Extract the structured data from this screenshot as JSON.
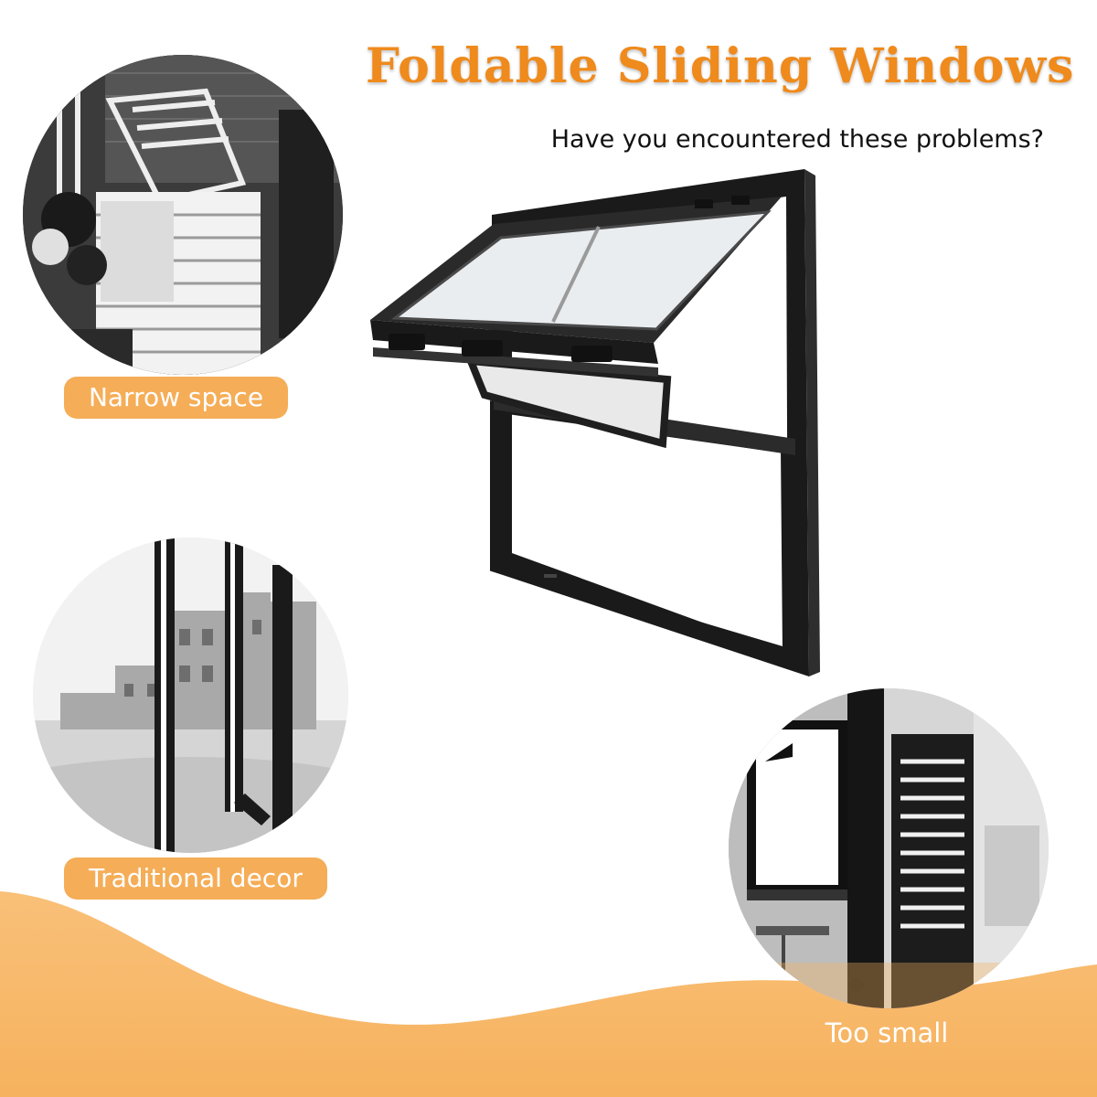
{
  "header": {
    "title": "Foldable Sliding Windows",
    "subtitle": "Have you encountered these problems?"
  },
  "problems": [
    {
      "label": "Narrow space",
      "icon": "balcony-clutter-photo"
    },
    {
      "label": "Traditional decor",
      "icon": "window-bars-photo"
    },
    {
      "label": "Too small",
      "icon": "narrow-window-photo"
    }
  ],
  "product": {
    "icon": "foldable-window-photo"
  },
  "colors": {
    "accent": "#ef8a1c",
    "pill": "#f5ad57",
    "wave": "#f8bb6a",
    "frame": "#1a1a1a"
  }
}
